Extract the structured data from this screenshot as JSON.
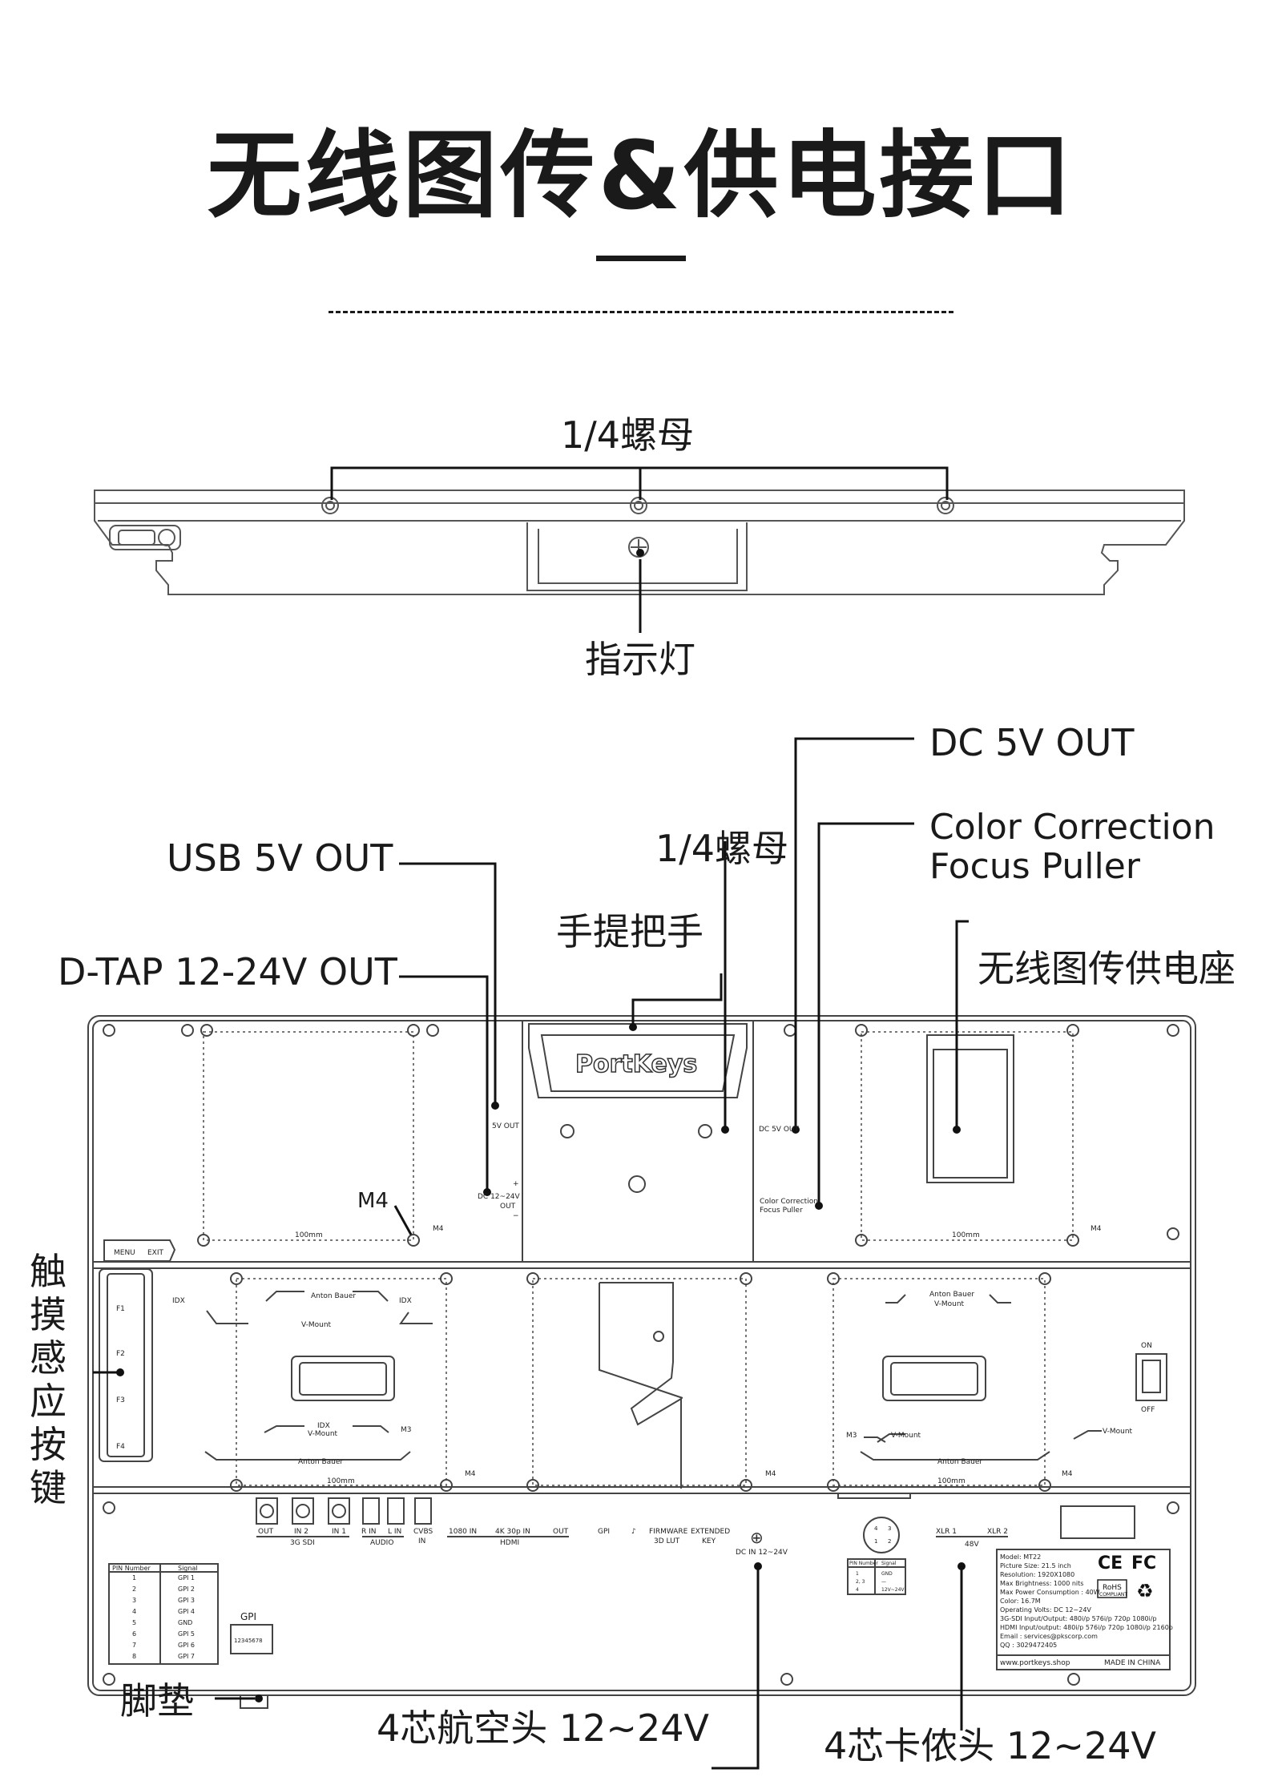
{
  "title": "无线图传&供电接口",
  "top_view": {
    "nut_label": "1/4螺母",
    "indicator_label": "指示灯"
  },
  "callouts": {
    "dc5v": "DC 5V OUT",
    "color_correction_line1": "Color Correction",
    "color_correction_line2": "Focus Puller",
    "usb": "USB 5V OUT",
    "nut": "1/4螺母",
    "handle": "手提把手",
    "dtap": "D-TAP 12-24V OUT",
    "wireless_seat": "无线图传供电座",
    "m4": "M4",
    "touch_keys": "触摸感应按键",
    "foot_pad": "脚垫",
    "aviation": "4芯航空头 12~24V",
    "kayi": "4芯卡侬头 12~24V"
  },
  "panel": {
    "brand": "PortKeys",
    "mm100": "100mm",
    "m4": "M4",
    "m3": "M3",
    "menu": "MENU",
    "exit": "EXIT",
    "port_5v": "5V OUT",
    "port_dtap_line1": "DC 12~24V",
    "port_dtap_line2": "OUT",
    "port_dc5v": "DC 5V OUT",
    "cc_line1": "Color Correction",
    "cc_line2": "Focus Puller",
    "idx": "IDX",
    "anton_bauer": "Anton Bauer",
    "v_mount": "V-Mount",
    "on": "ON",
    "off": "OFF",
    "f_keys": [
      "F1",
      "F2",
      "F3",
      "F4"
    ],
    "io": {
      "sdi_out": "OUT",
      "sdi_in2": "IN 2",
      "sdi_in1": "IN 1",
      "sdi_group": "3G SDI",
      "r_in": "R IN",
      "l_in": "L IN",
      "audio_group": "AUDIO",
      "cvbs": "CVBS",
      "cvbs_in": "IN",
      "hdmi_1080": "1080 IN",
      "hdmi_4k": "4K 30p IN",
      "hdmi_out": "OUT",
      "hdmi_group": "HDMI",
      "gpi": "GPI",
      "firmware": "FIRMWARE",
      "lut": "3D LUT",
      "extended": "EXTENDED",
      "key": "KEY",
      "dc_in": "DC IN 12~24V",
      "xlr1": "XLR 1",
      "xlr2": "XLR 2",
      "v48": "48V"
    },
    "gpi_table": {
      "header": [
        "PIN Number",
        "Signal"
      ],
      "rows": [
        [
          "1",
          "GPI 1"
        ],
        [
          "2",
          "GPI 2"
        ],
        [
          "3",
          "GPI 3"
        ],
        [
          "4",
          "GPI 4"
        ],
        [
          "5",
          "GND"
        ],
        [
          "6",
          "GPI 5"
        ],
        [
          "7",
          "GPI 6"
        ],
        [
          "8",
          "GPI 7"
        ]
      ],
      "connector_label": "GPI",
      "pins": "12345678"
    },
    "xlr_table": {
      "header": [
        "PIN Number",
        "Signal"
      ],
      "rows": [
        [
          "1",
          "GND"
        ],
        [
          "2, 3",
          "—"
        ],
        [
          "4",
          "12V~24V"
        ]
      ]
    },
    "spec": {
      "lines": [
        "Model: MT22",
        "Picture Size: 21.5 inch",
        "Resolution: 1920X1080",
        "Max Brightness: 1000 nits",
        "Max Power Consumption : 40W",
        "Color: 16.7M",
        "Operating Volts: DC 12~24V",
        "3G-SDI Input/Output: 480i/p 576i/p 720p 1080i/p",
        "HDMI Input/output: 480i/p 576i/p 720p 1080i/p 2160p",
        "Email : services@pkscorp.com",
        "QQ : 3029472405"
      ],
      "website": "www.portkeys.shop",
      "made_in": "MADE IN CHINA",
      "ce": "CE",
      "fc": "FC",
      "rohs": "RoHS",
      "compliant": "COMPLIANT"
    }
  }
}
